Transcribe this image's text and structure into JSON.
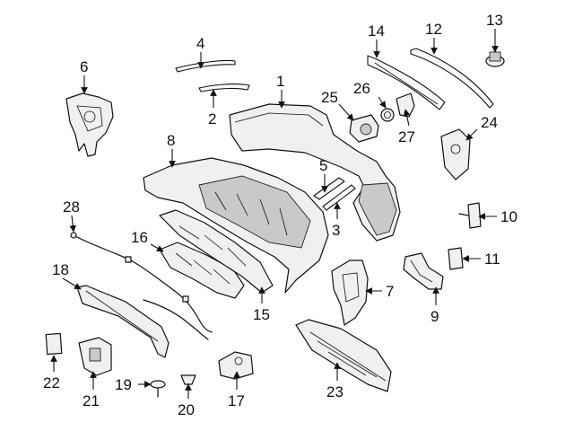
{
  "diagram": {
    "callouts": {
      "c1": "1",
      "c2": "2",
      "c3": "3",
      "c4": "4",
      "c5": "5",
      "c6": "6",
      "c7": "7",
      "c8": "8",
      "c9": "9",
      "c10": "10",
      "c11": "11",
      "c12": "12",
      "c13": "13",
      "c14": "14",
      "c15": "15",
      "c16": "16",
      "c17": "17",
      "c18": "18",
      "c19": "19",
      "c20": "20",
      "c21": "21",
      "c22": "22",
      "c23": "23",
      "c24": "24",
      "c25": "25",
      "c26": "26",
      "c27": "27",
      "c28": "28"
    }
  }
}
